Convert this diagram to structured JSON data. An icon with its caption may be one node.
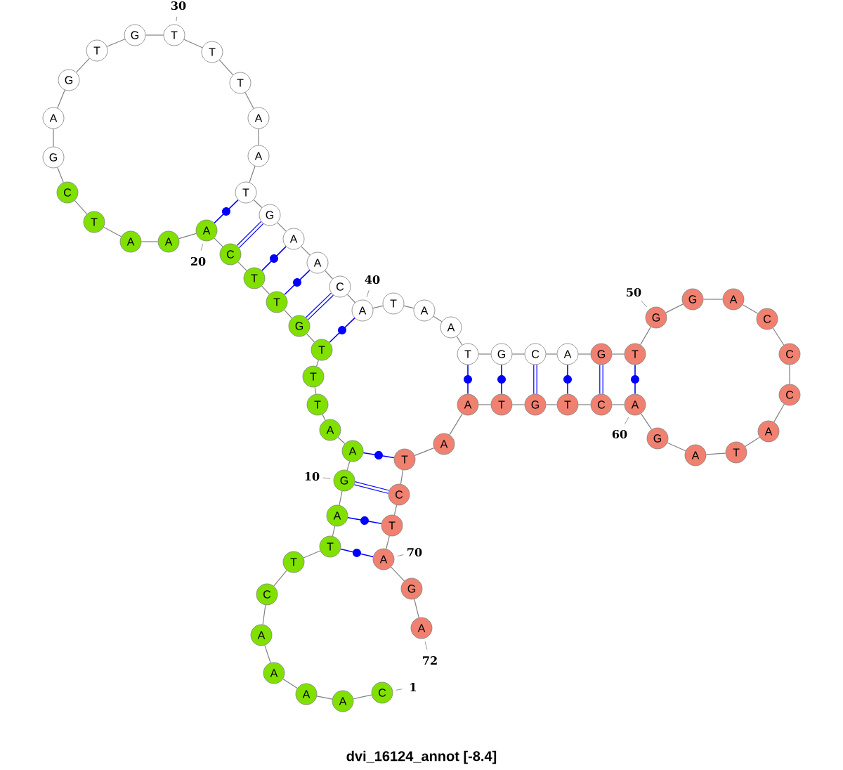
{
  "diagram": {
    "caption": "dvi_16124_annot [-8.4]",
    "nodes": [
      {
        "text": [
          "C"
        ],
        "beside": [
          "1"
        ]
      },
      {
        "text": [
          "A"
        ]
      },
      {
        "text": [
          "A"
        ]
      },
      {
        "text": [
          "A"
        ]
      },
      {
        "text": [
          "A"
        ]
      },
      {
        "text": [
          "C"
        ]
      },
      {
        "text": [
          "T"
        ]
      },
      {
        "text": [
          "T"
        ]
      },
      {
        "text": [
          "A"
        ]
      },
      {
        "text": [
          "G"
        ],
        "beside": [
          "10"
        ]
      },
      {
        "text": [
          "A"
        ]
      },
      {
        "text": [
          "A"
        ]
      },
      {
        "text": [
          "T"
        ]
      },
      {
        "text": [
          "T"
        ]
      },
      {
        "text": [
          "T"
        ]
      },
      {
        "text": [
          "G"
        ]
      },
      {
        "text": [
          "T"
        ]
      },
      {
        "text": [
          "T"
        ]
      },
      {
        "text": [
          "C"
        ]
      },
      {
        "text": [
          "A"
        ],
        "beside": [
          "20"
        ]
      },
      {
        "text": [
          "A"
        ]
      },
      {
        "text": [
          "A"
        ]
      },
      {
        "text": [
          "T"
        ]
      },
      {
        "text": [
          "C"
        ]
      },
      {
        "text": [
          "G"
        ]
      },
      {
        "text": [
          "A"
        ]
      },
      {
        "text": [
          "G"
        ]
      },
      {
        "text": [
          "T"
        ]
      },
      {
        "text": [
          "G"
        ]
      },
      {
        "text": [
          "T"
        ],
        "beside": [
          "30"
        ]
      },
      {
        "text": [
          "T"
        ]
      },
      {
        "text": [
          "T"
        ]
      },
      {
        "text": [
          "A"
        ]
      },
      {
        "text": [
          "A"
        ]
      },
      {
        "text": [
          "T"
        ]
      },
      {
        "text": [
          "G"
        ]
      },
      {
        "text": [
          "A"
        ]
      },
      {
        "text": [
          "A"
        ]
      },
      {
        "text": [
          "C"
        ]
      },
      {
        "text": [
          "A"
        ],
        "beside": [
          "40"
        ]
      },
      {
        "text": [
          "T"
        ]
      },
      {
        "text": [
          "A"
        ]
      },
      {
        "text": [
          "A"
        ]
      },
      {
        "text": [
          "T"
        ]
      },
      {
        "text": [
          "G"
        ]
      },
      {
        "text": [
          "C"
        ]
      },
      {
        "text": [
          "A"
        ]
      },
      {
        "text": [
          "G"
        ]
      },
      {
        "text": [
          "T"
        ]
      },
      {
        "text": [
          "G"
        ],
        "beside": [
          "50"
        ]
      },
      {
        "text": [
          "G"
        ]
      },
      {
        "text": [
          "A"
        ]
      },
      {
        "text": [
          "C"
        ]
      },
      {
        "text": [
          "C"
        ]
      },
      {
        "text": [
          "C"
        ]
      },
      {
        "text": [
          "A"
        ]
      },
      {
        "text": [
          "T"
        ]
      },
      {
        "text": [
          "A"
        ]
      },
      {
        "text": [
          "G"
        ]
      },
      {
        "text": [
          "A"
        ],
        "beside": [
          "60"
        ]
      },
      {
        "text": [
          "C"
        ]
      },
      {
        "text": [
          "T"
        ]
      },
      {
        "text": [
          "G"
        ]
      },
      {
        "text": [
          "T"
        ]
      },
      {
        "text": [
          "A"
        ]
      },
      {
        "text": [
          "A"
        ]
      },
      {
        "text": [
          "T"
        ]
      },
      {
        "text": [
          "C"
        ]
      },
      {
        "text": [
          "T"
        ]
      },
      {
        "text": [
          "A"
        ],
        "beside": [
          "70"
        ]
      },
      {
        "text": [
          "G"
        ]
      },
      {
        "text": [
          "A"
        ],
        "beside": [
          "72"
        ]
      }
    ],
    "edges": [
      {
        "from": 0,
        "to": 1,
        "arrow": "none"
      },
      {
        "from": 1,
        "to": 2,
        "arrow": "none"
      },
      {
        "from": 2,
        "to": 3,
        "arrow": "none"
      },
      {
        "from": 3,
        "to": 4,
        "arrow": "none"
      },
      {
        "from": 4,
        "to": 5,
        "arrow": "none"
      },
      {
        "from": 5,
        "to": 6,
        "arrow": "none"
      },
      {
        "from": 6,
        "to": 7,
        "arrow": "none"
      },
      {
        "from": 7,
        "to": 8,
        "arrow": "none"
      },
      {
        "from": 8,
        "to": 9,
        "arrow": "none"
      },
      {
        "from": 9,
        "to": 10,
        "arrow": "none"
      },
      {
        "from": 10,
        "to": 11,
        "arrow": "none"
      },
      {
        "from": 11,
        "to": 12,
        "arrow": "none"
      },
      {
        "from": 12,
        "to": 13,
        "arrow": "none"
      },
      {
        "from": 13,
        "to": 14,
        "arrow": "none"
      },
      {
        "from": 14,
        "to": 15,
        "arrow": "none"
      },
      {
        "from": 15,
        "to": 16,
        "arrow": "none"
      },
      {
        "from": 16,
        "to": 17,
        "arrow": "none"
      },
      {
        "from": 17,
        "to": 18,
        "arrow": "none"
      },
      {
        "from": 18,
        "to": 19,
        "arrow": "none"
      },
      {
        "from": 19,
        "to": 20,
        "arrow": "none"
      },
      {
        "from": 20,
        "to": 21,
        "arrow": "none"
      },
      {
        "from": 21,
        "to": 22,
        "arrow": "none"
      },
      {
        "from": 22,
        "to": 23,
        "arrow": "none"
      },
      {
        "from": 23,
        "to": 24,
        "arrow": "none"
      },
      {
        "from": 24,
        "to": 25,
        "arrow": "none"
      },
      {
        "from": 25,
        "to": 26,
        "arrow": "none"
      },
      {
        "from": 26,
        "to": 27,
        "arrow": "none"
      },
      {
        "from": 27,
        "to": 28,
        "arrow": "none"
      },
      {
        "from": 28,
        "to": 29,
        "arrow": "none"
      },
      {
        "from": 29,
        "to": 30,
        "arrow": "none"
      },
      {
        "from": 30,
        "to": 31,
        "arrow": "none"
      },
      {
        "from": 31,
        "to": 32,
        "arrow": "none"
      },
      {
        "from": 32,
        "to": 33,
        "arrow": "none"
      },
      {
        "from": 33,
        "to": 34,
        "arrow": "none"
      },
      {
        "from": 34,
        "to": 35,
        "arrow": "none"
      },
      {
        "from": 35,
        "to": 36,
        "arrow": "none"
      },
      {
        "from": 36,
        "to": 37,
        "arrow": "none"
      },
      {
        "from": 37,
        "to": 38,
        "arrow": "none"
      },
      {
        "from": 38,
        "to": 39,
        "arrow": "none"
      },
      {
        "from": 39,
        "to": 40,
        "arrow": "none"
      },
      {
        "from": 40,
        "to": 41,
        "arrow": "none"
      },
      {
        "from": 41,
        "to": 42,
        "arrow": "none"
      },
      {
        "from": 42,
        "to": 43,
        "arrow": "none"
      },
      {
        "from": 43,
        "to": 44,
        "arrow": "none"
      },
      {
        "from": 44,
        "to": 45,
        "arrow": "none"
      },
      {
        "from": 45,
        "to": 46,
        "arrow": "none"
      },
      {
        "from": 46,
        "to": 47,
        "arrow": "none"
      },
      {
        "from": 47,
        "to": 48,
        "arrow": "none"
      },
      {
        "from": 48,
        "to": 49,
        "arrow": "none"
      },
      {
        "from": 49,
        "to": 50,
        "arrow": "none"
      },
      {
        "from": 50,
        "to": 51,
        "arrow": "none"
      },
      {
        "from": 51,
        "to": 52,
        "arrow": "none"
      },
      {
        "from": 52,
        "to": 53,
        "arrow": "none"
      },
      {
        "from": 53,
        "to": 54,
        "arrow": "none"
      },
      {
        "from": 54,
        "to": 55,
        "arrow": "none"
      },
      {
        "from": 55,
        "to": 56,
        "arrow": "none"
      },
      {
        "from": 56,
        "to": 57,
        "arrow": "none"
      },
      {
        "from": 57,
        "to": 58,
        "arrow": "none"
      },
      {
        "from": 58,
        "to": 59,
        "arrow": "none"
      },
      {
        "from": 59,
        "to": 60,
        "arrow": "none"
      },
      {
        "from": 60,
        "to": 61,
        "arrow": "none"
      },
      {
        "from": 61,
        "to": 62,
        "arrow": "none"
      },
      {
        "from": 62,
        "to": 63,
        "arrow": "none"
      },
      {
        "from": 63,
        "to": 64,
        "arrow": "none"
      },
      {
        "from": 64,
        "to": 65,
        "arrow": "none"
      },
      {
        "from": 65,
        "to": 66,
        "arrow": "none"
      },
      {
        "from": 66,
        "to": 67,
        "arrow": "none"
      },
      {
        "from": 67,
        "to": 68,
        "arrow": "none"
      },
      {
        "from": 68,
        "to": 69,
        "arrow": "none"
      },
      {
        "from": 69,
        "to": 70,
        "arrow": "none"
      },
      {
        "from": 70,
        "to": 71,
        "arrow": "none"
      },
      {
        "from": 19,
        "to": 34,
        "arrow": "none",
        "color": "#0000ff"
      },
      {
        "from": 18,
        "to": 35,
        "arrow": "none",
        "color": "#0000ff",
        "style": "thick"
      },
      {
        "from": 17,
        "to": 36,
        "arrow": "none",
        "color": "#0000ff"
      },
      {
        "from": 16,
        "to": 37,
        "arrow": "none",
        "color": "#0000ff"
      },
      {
        "from": 15,
        "to": 38,
        "arrow": "none",
        "color": "#0000ff",
        "style": "thick"
      },
      {
        "from": 14,
        "to": 39,
        "arrow": "none",
        "color": "#0000ff"
      },
      {
        "from": 43,
        "to": 64,
        "arrow": "none",
        "color": "#0000ff"
      },
      {
        "from": 44,
        "to": 63,
        "arrow": "none",
        "color": "#0000ff"
      },
      {
        "from": 45,
        "to": 62,
        "arrow": "none",
        "color": "#0000ff",
        "style": "thick"
      },
      {
        "from": 46,
        "to": 61,
        "arrow": "none",
        "color": "#0000ff"
      },
      {
        "from": 47,
        "to": 60,
        "arrow": "none",
        "color": "#0000ff",
        "style": "thick"
      },
      {
        "from": 48,
        "to": 59,
        "arrow": "none",
        "color": "#0000ff"
      },
      {
        "from": 10,
        "to": 66,
        "arrow": "none",
        "color": "#0000ff"
      },
      {
        "from": 9,
        "to": 67,
        "arrow": "none",
        "color": "#0000ff",
        "style": "thick"
      },
      {
        "from": 8,
        "to": 68,
        "arrow": "none",
        "color": "#0000ff"
      },
      {
        "from": 7,
        "to": 69,
        "arrow": "none",
        "color": "#0000ff"
      }
    ]
  }
}
